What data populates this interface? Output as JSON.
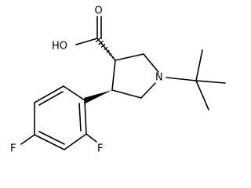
{
  "molecule": {
    "atoms": {
      "ho": "HO",
      "o": "O",
      "n": "N",
      "f_para": "F",
      "f_ortho": "F"
    },
    "colors": {
      "bond": "#000000",
      "label": "#000000",
      "background": "#ffffff"
    }
  }
}
